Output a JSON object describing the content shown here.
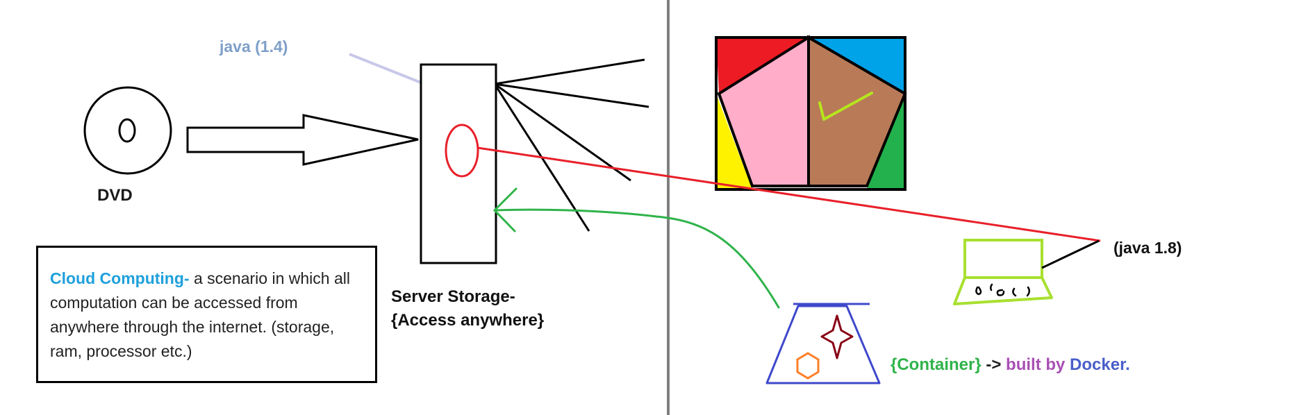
{
  "labels": {
    "java_old": "java (1.4)",
    "dvd": "DVD",
    "server_line1": "Server Storage-",
    "server_line2": "{Access anywhere}",
    "java_new": "(java 1.8)",
    "container": "{Container}",
    "arrow": "->",
    "built_by": "built by",
    "docker": "Docker."
  },
  "definition": {
    "title": "Cloud Computing-",
    "text": " a scenario in which all computation can be accessed from anywhere through the internet. (storage, ram, processor etc.)"
  },
  "colors": {
    "divider": "#7f7f7f",
    "java_old_text": "#7f9fc9",
    "connector_red": "#e8202a",
    "connector_green": "#2fb34a",
    "laptop": "#a8e030",
    "container_outline": "#3f48cc",
    "pentagon_pink": "#ffadc9",
    "pentagon_brown": "#b97a57",
    "corner_red": "#ed1c24",
    "corner_blue": "#00a2e8",
    "corner_yellow": "#fff200",
    "corner_green": "#22b14c",
    "check": "#b5e61d",
    "hexagon": "#ff7f27",
    "star": "#880015"
  },
  "icons": [
    "dvd-disc-icon",
    "server-icon",
    "laptop-icon",
    "container-icon",
    "hexagon-icon",
    "star-icon",
    "checkmark-icon"
  ]
}
